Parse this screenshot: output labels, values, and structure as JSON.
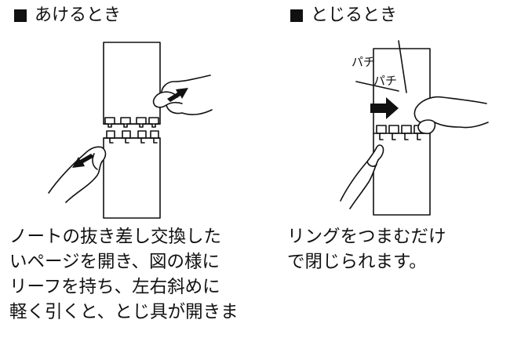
{
  "open": {
    "heading": "あけるとき",
    "description": [
      "ノートの抜き差し交換した",
      "いページを開き、図の様に",
      "リーフを持ち、左右斜めに",
      "軽く引くと、とじ具が開きま"
    ],
    "icons": [
      "notebook-page",
      "ring-binder-clips",
      "right-hand",
      "left-hand",
      "arrow-up-right",
      "arrow-down-left"
    ]
  },
  "close": {
    "heading": "とじるとき",
    "sound_1": "パチ",
    "sound_2": "パチ",
    "description": [
      "リングをつまむだけ",
      "で閉じられます。"
    ],
    "icons": [
      "notebook-page",
      "ring-binder-clips",
      "pinching-hand",
      "holding-hand",
      "arrow-right"
    ]
  }
}
